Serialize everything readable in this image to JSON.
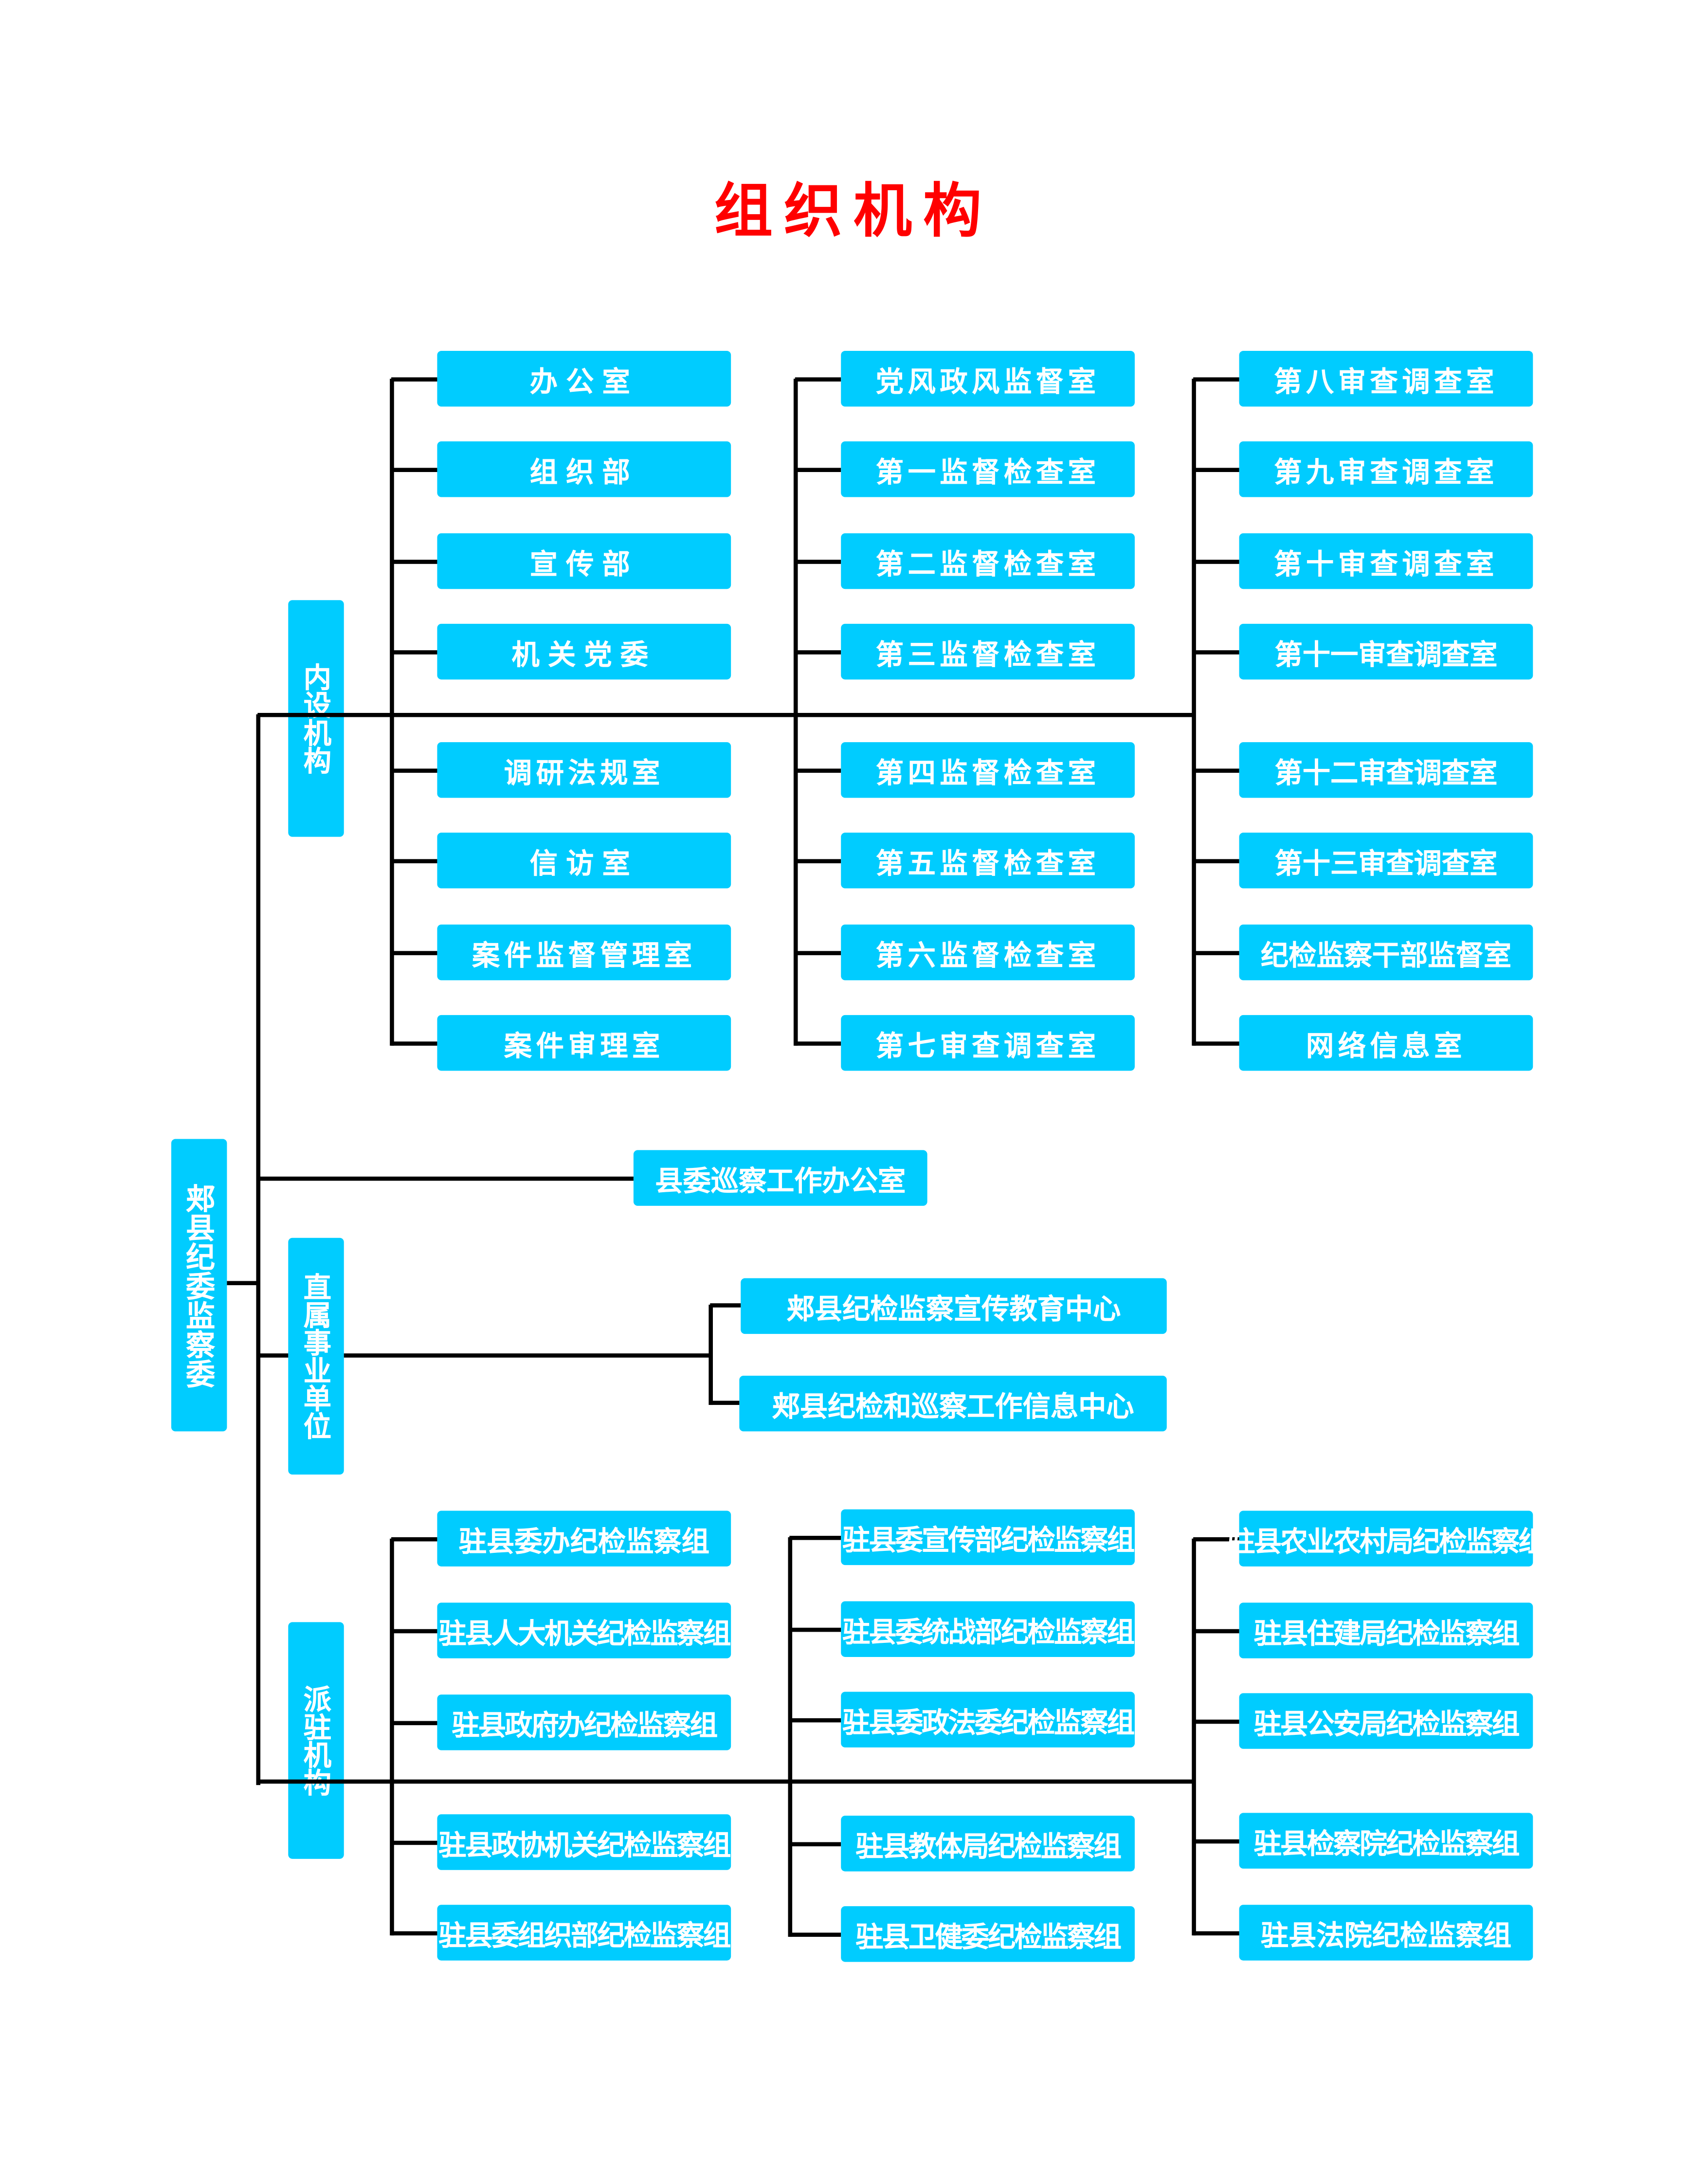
{
  "title": "组织机构",
  "colors": {
    "title": "#ff0000",
    "box": "#00ccff",
    "box_text": "#ffffff",
    "line": "#000000"
  },
  "root": "郏县纪委监察委",
  "internal": {
    "label": "内设机构",
    "columns": [
      [
        "办公室",
        "组织部",
        "宣传部",
        "机关党委",
        "调研法规室",
        "信访室",
        "案件监督管理室",
        "案件审理室"
      ],
      [
        "党风政风监督室",
        "第一监督检查室",
        "第二监督检查室",
        "第三监督检查室",
        "第四监督检查室",
        "第五监督检查室",
        "第六监督检查室",
        "第七审查调查室"
      ],
      [
        "第八审查调查室",
        "第九审查调查室",
        "第十审查调查室",
        "第十一审查调查室",
        "第十二审查调查室",
        "第十三审查调查室",
        "纪检监察干部监督室",
        "网络信息室"
      ]
    ]
  },
  "inspection_office": "县委巡察工作办公室",
  "affiliated": {
    "label": "直属事业单位",
    "items": [
      "郏县纪检监察宣传教育中心",
      "郏县纪检和巡察工作信息中心"
    ]
  },
  "stationed": {
    "label": "派驻机构",
    "columns": [
      [
        "驻县委办纪检监察组",
        "驻县人大机关纪检监察组",
        "驻县政府办纪检监察组",
        "驻县政协机关纪检监察组",
        "驻县委组织部纪检监察组"
      ],
      [
        "驻县委宣传部纪检监察组",
        "驻县委统战部纪检监察组",
        "驻县委政法委纪检监察组",
        "驻县教体局纪检监察组",
        "驻县卫健委纪检监察组"
      ],
      [
        "驻县农业农村局纪检监察组",
        "驻县住建局纪检监察组",
        "驻县公安局纪检监察组",
        "驻县检察院纪检监察组",
        "驻县法院纪检监察组"
      ]
    ]
  }
}
